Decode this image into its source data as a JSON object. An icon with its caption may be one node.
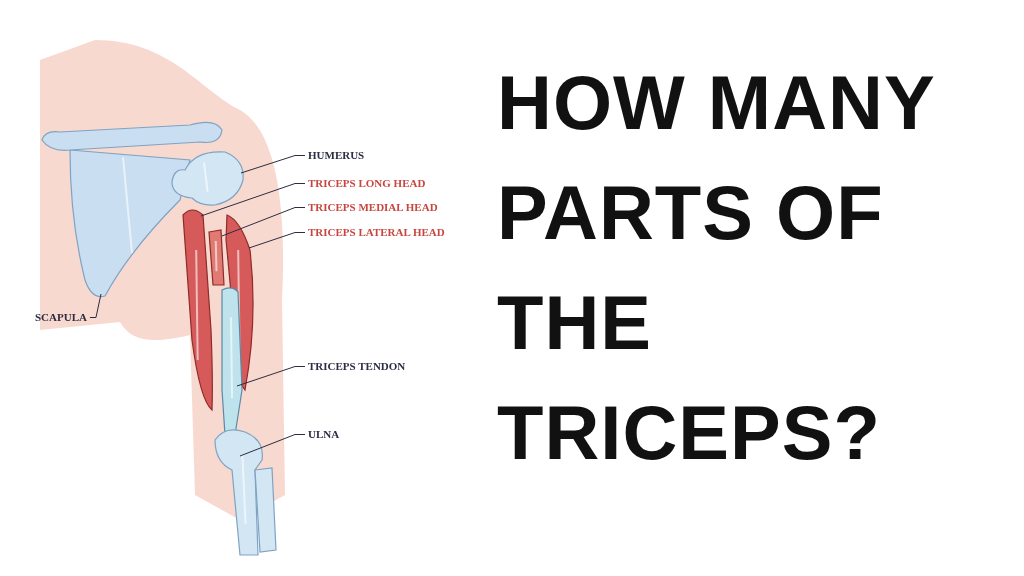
{
  "diagram": {
    "title": "HOW MANY PARTS OF THE TRICEPS?",
    "nodes": [
      {
        "text": [
          "HUMERUS"
        ]
      },
      {
        "text": [
          "TRICEPS LONG HEAD"
        ]
      },
      {
        "text": [
          "TRICEPS MEDIAL HEAD"
        ]
      },
      {
        "text": [
          "TRICEPS LATERAL HEAD"
        ]
      },
      {
        "text": [
          "SCAPULA"
        ]
      },
      {
        "text": [
          "TRICEPS TENDON"
        ]
      },
      {
        "text": [
          "ULNA"
        ]
      },
      {
        "text": [],
        "shape": "picture"
      },
      {
        "text": [],
        "shape": "picture"
      },
      {
        "text": [],
        "shape": "picture"
      },
      {
        "text": [],
        "shape": "picture"
      },
      {
        "text": [],
        "shape": "picture"
      },
      {
        "text": [],
        "shape": "picture"
      },
      {
        "text": [],
        "shape": "picture"
      }
    ],
    "edges": [
      {
        "from": 0,
        "to": 7,
        "arrow": "none"
      },
      {
        "from": 1,
        "to": 8,
        "arrow": "none"
      },
      {
        "from": 2,
        "to": 9,
        "arrow": "none"
      },
      {
        "from": 3,
        "to": 10,
        "arrow": "none"
      },
      {
        "from": 4,
        "to": 11,
        "arrow": "none"
      },
      {
        "from": 5,
        "to": 12,
        "arrow": "none"
      },
      {
        "from": 6,
        "to": 13,
        "arrow": "none"
      }
    ]
  }
}
